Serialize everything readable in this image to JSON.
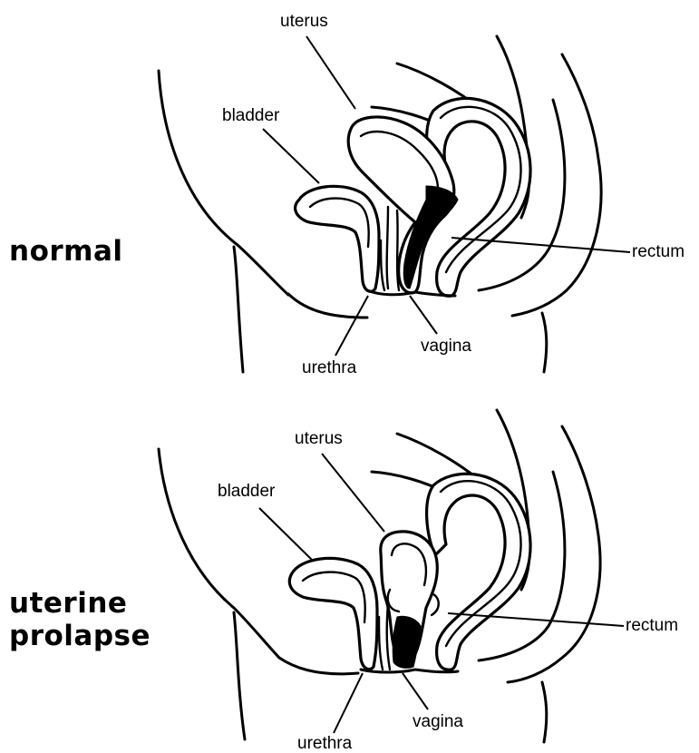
{
  "panels": {
    "normal": {
      "title": "normal",
      "labels": {
        "uterus": "uterus",
        "bladder": "bladder",
        "rectum": "rectum",
        "urethra": "urethra",
        "vagina": "vagina"
      }
    },
    "prolapse": {
      "title_line1": "uterine",
      "title_line2": "prolapse",
      "labels": {
        "uterus": "uterus",
        "bladder": "bladder",
        "rectum": "rectum",
        "urethra": "urethra",
        "vagina": "vagina"
      }
    }
  },
  "colors": {
    "ink": "#000000",
    "background": "#ffffff"
  }
}
